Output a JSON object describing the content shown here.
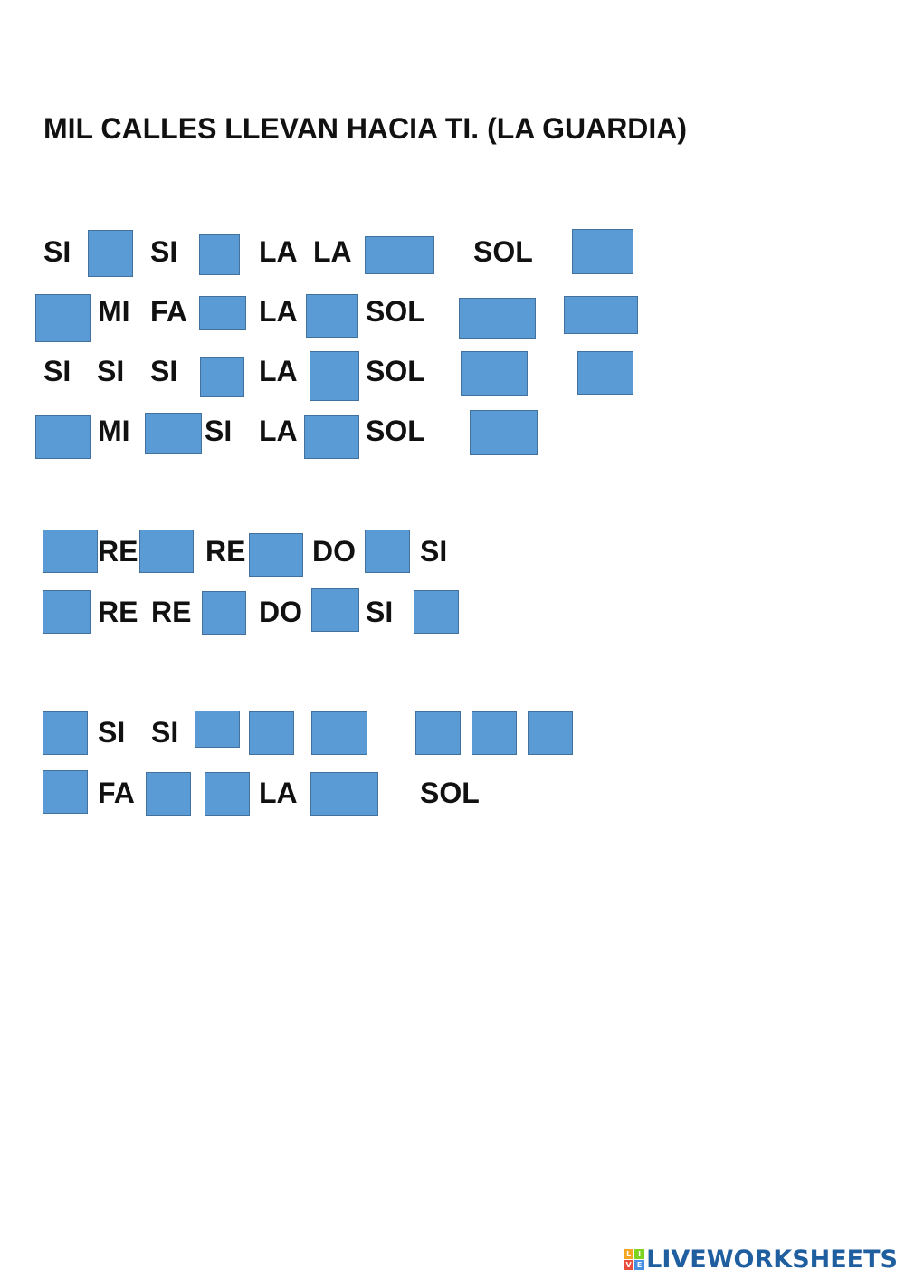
{
  "title": "MIL CALLES LLEVAN HACIA TI. (LA GUARDIA)",
  "rows": [
    [
      "SI",
      "SI",
      "LA",
      "LA",
      "SOL"
    ],
    [
      "MI",
      "FA",
      "LA",
      "SOL"
    ],
    [
      "SI",
      "SI",
      "SI",
      "LA",
      "SOL"
    ],
    [
      "MI",
      "SI",
      "LA",
      "SOL"
    ],
    [
      "RE",
      "RE",
      "DO",
      "SI"
    ],
    [
      "RE",
      "RE",
      "DO",
      "SI"
    ],
    [
      "SI",
      "SI"
    ],
    [
      "FA",
      "LA",
      "SOL"
    ]
  ],
  "blank_color": "#5b9bd5",
  "footer": {
    "brand": "LIVEWORKSHEETS",
    "logo_letters": [
      "L",
      "I",
      "V",
      "E"
    ]
  }
}
